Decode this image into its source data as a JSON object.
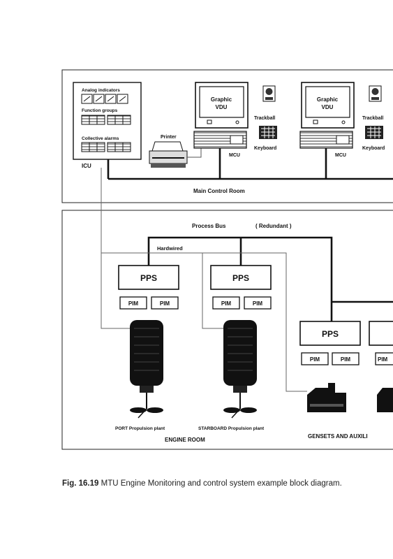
{
  "diagram": {
    "icu": {
      "analog_title": "Analog indicators",
      "function_title": "Function groups",
      "alarms_title": "Collective alarms",
      "label": "ICU"
    },
    "printer_label": "Printer",
    "vdu_label_line1": "Graphic",
    "vdu_label_line2": "VDU",
    "trackball_label": "Trackball",
    "keyboard_label": "Keyboard",
    "mcu_label": "MCU",
    "main_control_room": "Main Control Room",
    "process_bus": "Process Bus",
    "redundant": "( Redundant )",
    "hardwired": "Hardwired",
    "pps_label": "PPS",
    "pim_label": "PIM",
    "port_label": "PORT Propulsion plant",
    "starboard_label": "STARBOARD Propulsion plant",
    "engine_room": "ENGINE ROOM",
    "gensets_label": "GENSETS AND AUXILI"
  },
  "caption": {
    "number": "Fig. 16.19",
    "text": "MTU Engine Monitoring and control system example block diagram."
  }
}
